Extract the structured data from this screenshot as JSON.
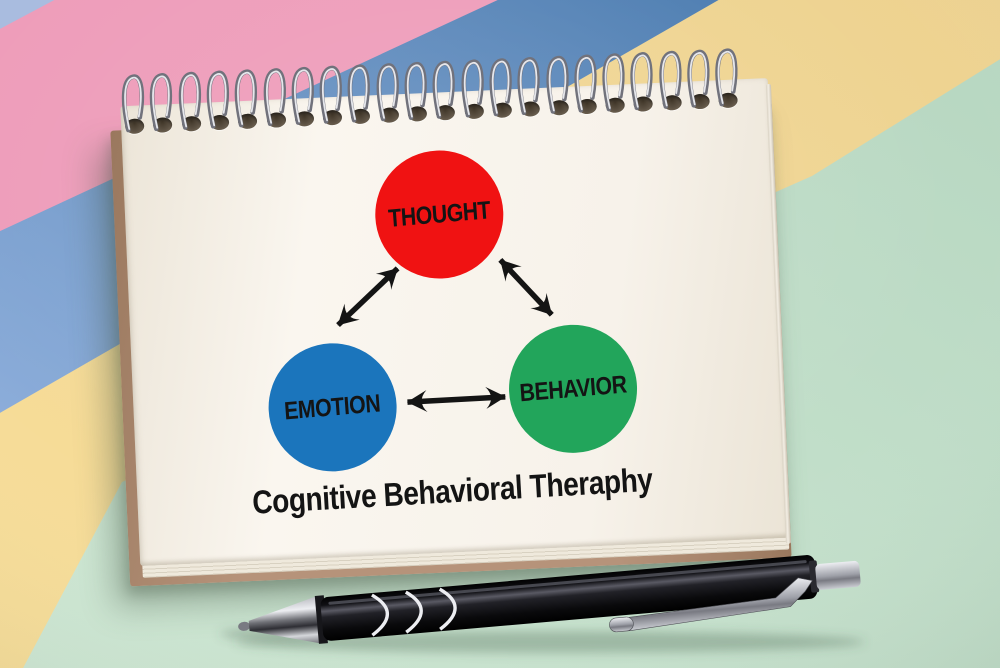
{
  "diagram": {
    "title": "Cognitive Behavioral Theraphy",
    "nodes": [
      {
        "id": "thought",
        "label": "THOUGHT",
        "color": "#f01212"
      },
      {
        "id": "emotion",
        "label": "EMOTION",
        "color": "#1b75bc"
      },
      {
        "id": "behavior",
        "label": "BEHAVIOR",
        "color": "#22a55b"
      }
    ],
    "edges": [
      {
        "from": "thought",
        "to": "emotion",
        "bidirectional": true
      },
      {
        "from": "thought",
        "to": "behavior",
        "bidirectional": true
      },
      {
        "from": "emotion",
        "to": "behavior",
        "bidirectional": true
      }
    ]
  },
  "notepad": {
    "spiral_loops": 22
  },
  "colors": {
    "ink": "#141414",
    "stripe-lightblue": "#a9bcdf",
    "stripe-pink": "#ee9dba",
    "stripe-blue-light": "#8cadda",
    "stripe-blue-deep": "#4d7db1",
    "stripe-yellow-light": "#f8de99",
    "stripe-yellow-deep": "#edd290",
    "stripe-green-light": "#cfe8d4",
    "stripe-green-deep": "#b7d7c1",
    "paper": "#f7f2ea",
    "backing": "#b6937a",
    "backing-dark": "#9a785e",
    "hole-dark": "#413729",
    "hole-light": "#8d7f6a",
    "wire-light": "#e6e7ec",
    "wire-dark": "#71727c",
    "pen-black": "#0a0a0c",
    "pen-silver-light": "#edeef2",
    "pen-silver-dark": "#797a82"
  }
}
